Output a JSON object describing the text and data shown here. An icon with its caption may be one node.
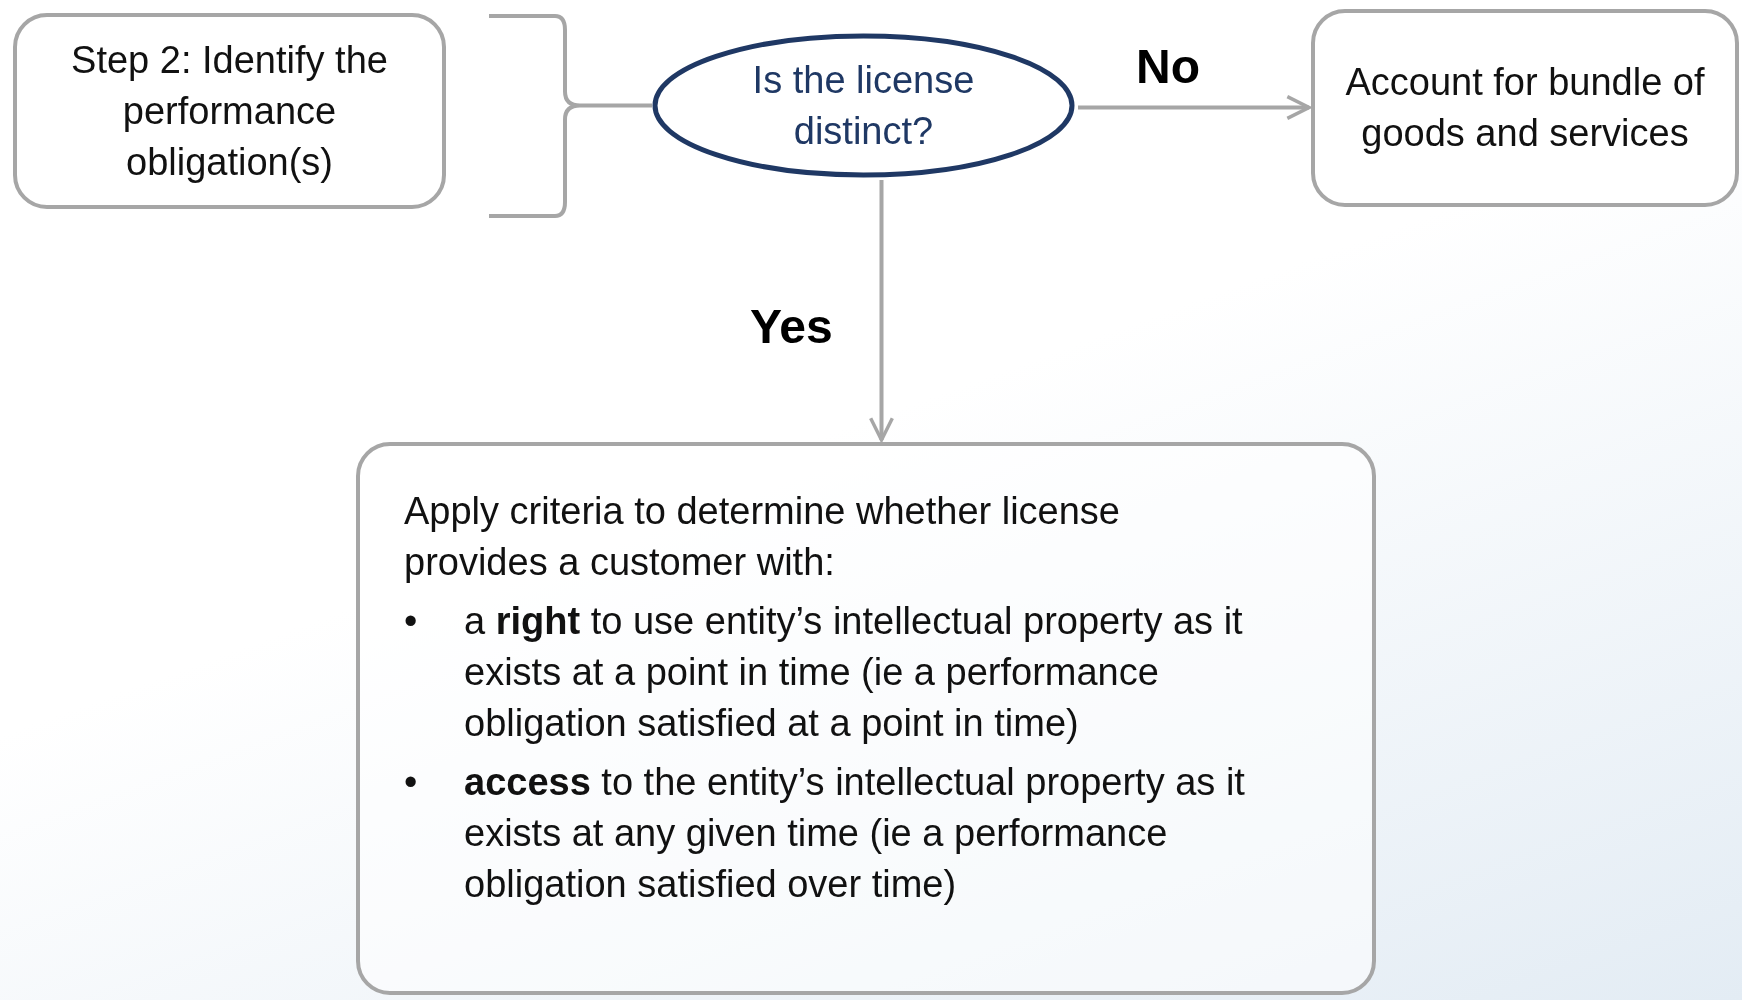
{
  "diagram": {
    "nodes": [
      {
        "text": [
          "Step 2: Identify the performance obligation(s)"
        ]
      },
      {
        "text": [
          "Is the license distinct?"
        ]
      },
      {
        "text": [
          "Account for bundle of goods and services"
        ]
      },
      {
        "text": [
          "Apply criteria to determine whether license provides a customer with:",
          "•",
          "a **right** to use entity’s intellectual property as it exists at a point in time (ie a performance obligation satisfied at a point in time)",
          "•",
          "**access** to the entity’s intellectual property as it exists at any given time (ie a performance obligation satisfied over time)"
        ]
      }
    ],
    "edges": [
      {
        "from": 0,
        "to": 1,
        "arrow": "none"
      },
      {
        "from": 1,
        "to": 2,
        "arrow": "to",
        "label": "No"
      },
      {
        "from": 1,
        "to": 3,
        "arrow": "to",
        "label": "Yes"
      }
    ]
  }
}
